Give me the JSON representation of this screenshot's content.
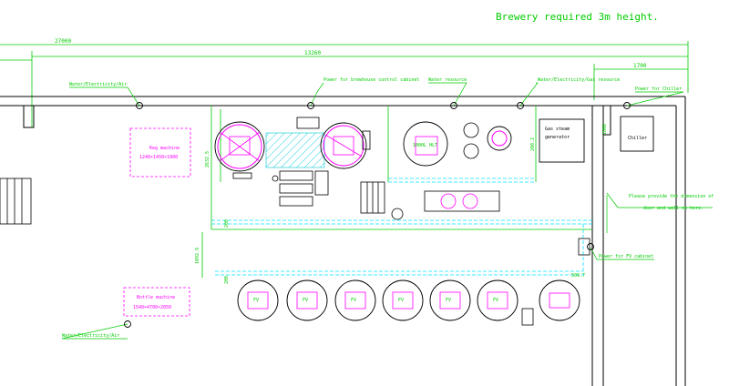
{
  "title": "Brewery required 3m height.",
  "dimensions": {
    "overall": "27000",
    "span": "13260",
    "side": "1700",
    "vertical_1": "2632.5",
    "vertical_2": "1092.9",
    "vertical_3": "1000",
    "small_a": "200",
    "small_b": "200",
    "small_c": "200.2",
    "small_d": "509.7"
  },
  "callouts": {
    "utilities_top_left": "Water/Electricity/Air",
    "brewhouse_power": "Power for brewhouse control cabinet",
    "water_resource": "Water resource",
    "utilities_top_right": "Water/Electricity/Gas resource",
    "chiller_power": "Power for Chiller",
    "door_note_1": "Please provide the dimension of",
    "door_note_2": "door and wall on here.",
    "fv_cabinet_power": "Power for FV cabinet",
    "utilities_bottom_left": "Water/Electricity/Air"
  },
  "equipment": {
    "keg_machine_label": "Keg machine",
    "keg_machine_size": "1240×1450×1900",
    "bottle_machine_label": "Bottle machine",
    "bottle_machine_size": "1540×4700×2050",
    "steam_generator_1": "Gas steam",
    "steam_generator_2": "generator",
    "chiller": "Chiller",
    "hlt": "1000L HLT"
  },
  "fermenters": [
    {
      "label": "FV"
    },
    {
      "label": "FV"
    },
    {
      "label": "FV"
    },
    {
      "label": "FV"
    },
    {
      "label": "FV"
    },
    {
      "label": "FV"
    }
  ],
  "colors": {
    "line": "#000000",
    "dimension": "#00cc00",
    "equipment": "#ff00ff",
    "cyan": "#00e5ff",
    "hatch": "#00c8d6"
  }
}
